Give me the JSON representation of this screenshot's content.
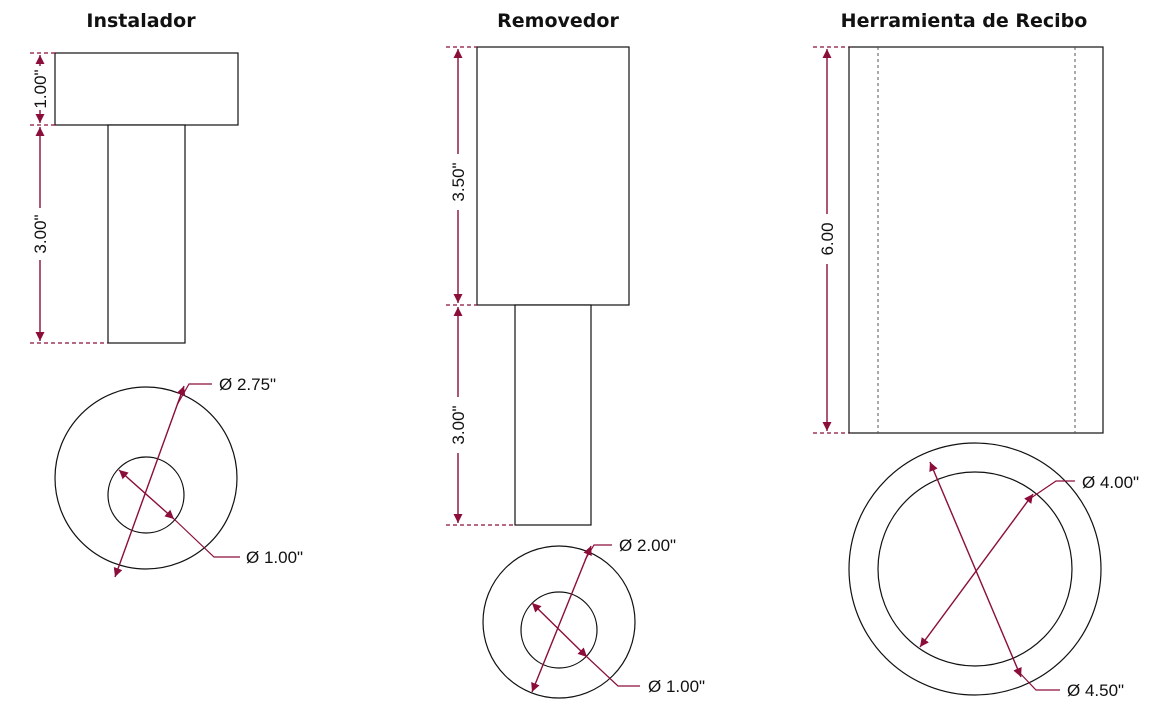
{
  "colors": {
    "accent": "#8b0d3a",
    "outline": "#111111"
  },
  "tools": {
    "installer": {
      "title": "Instalador",
      "head_height": "1.00\"",
      "shaft_height": "3.00\"",
      "outer_diameter": "Ø 2.75\"",
      "inner_diameter": "Ø 1.00\""
    },
    "remover": {
      "title": "Removedor",
      "body_height": "3.50\"",
      "shaft_height": "3.00\"",
      "outer_diameter": "Ø 2.00\"",
      "inner_diameter": "Ø 1.00\""
    },
    "receiver": {
      "title": "Herramienta de Recibo",
      "height": "6.00",
      "inner_diameter": "Ø 4.00\"",
      "outer_diameter": "Ø 4.50\""
    }
  }
}
